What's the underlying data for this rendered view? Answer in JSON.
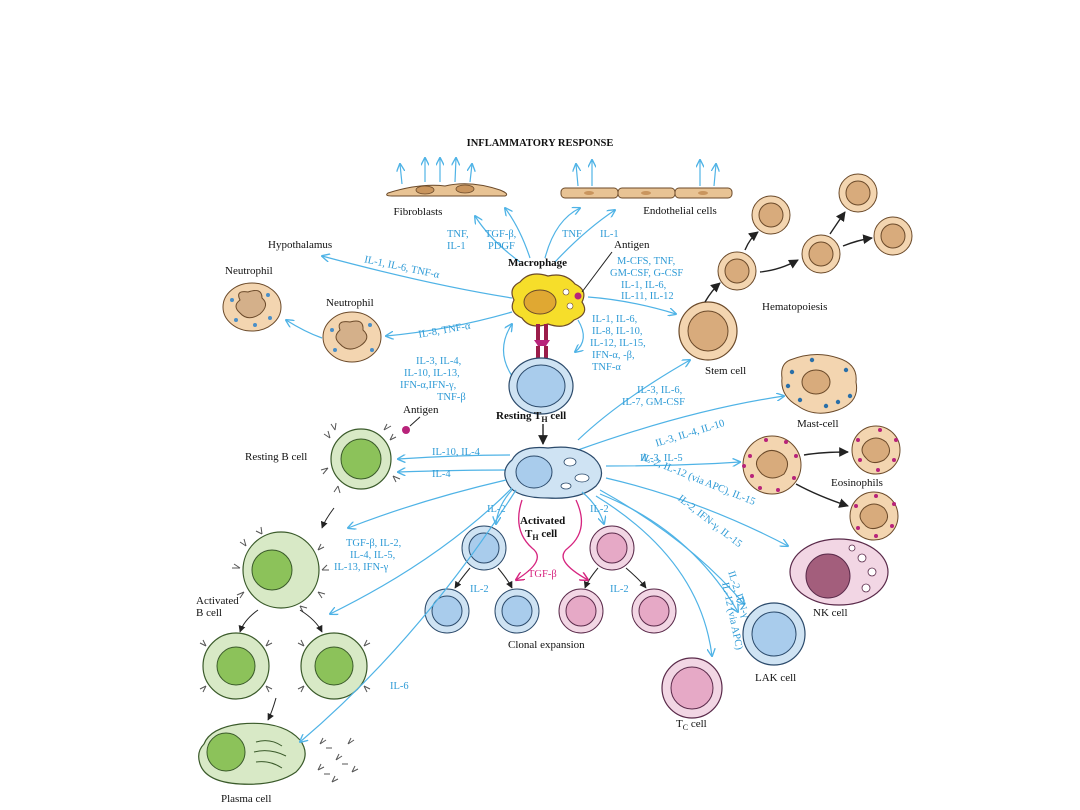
{
  "title": "INFLAMMATORY RESPONSE",
  "cells": {
    "fibroblasts": "Fibroblasts",
    "endothelial": "Endothelial cells",
    "hypothalamus": "Hypothalamus",
    "neutrophil1": "Neutrophil",
    "neutrophil2": "Neutrophil",
    "macrophage": "Macrophage",
    "antigen_top": "Antigen",
    "hematopoiesis": "Hematopoiesis",
    "stem_cell": "Stem cell",
    "antigen_b": "Antigen",
    "resting_th": "Resting T",
    "resting_th_sub": "H",
    "resting_th_tail": " cell",
    "mast_cell": "Mast-cell",
    "resting_b": "Resting B cell",
    "activated_th_1": "Activated",
    "activated_th_2": "T",
    "activated_th_sub": "H",
    "activated_th_tail": " cell",
    "eosinophils": "Eosinophils",
    "activated_b_1": "Activated",
    "activated_b_2": "B cell",
    "nk_cell": "NK cell",
    "clonal": "Clonal expansion",
    "lak_cell": "LAK cell",
    "tc_cell": "T",
    "tc_sub": "C",
    "tc_tail": " cell",
    "plasma_cell": "Plasma cell"
  },
  "cytokines": {
    "tnf_il1_fib": [
      "TNF,",
      "IL-1"
    ],
    "tgfb_pdgf": [
      "TGF-β,",
      "PDGF"
    ],
    "tnf_endo": "TNF",
    "il1_endo": "IL-1",
    "hypothalamus": "IL-1, IL-6, TNF-α",
    "neutrophil": "IL-8, TNF-α",
    "stem": [
      "M-CFS, TNF,",
      "GM-CSF, G-CSF",
      "IL-1, IL-6,",
      "IL-11, IL-12"
    ],
    "th_from_mac": [
      "IL-1, IL-6,",
      "IL-8, IL-10,",
      "IL-12, IL-15,",
      "IFN-α, -β,",
      "TNF-α"
    ],
    "mac_from_th": [
      "IL-3, IL-4,",
      "IL-10, IL-13,",
      "IFN-α,IFN-γ,",
      "TNF-β"
    ],
    "stem_from_th": [
      "IL-3, IL-6,",
      "IL-7, GM-CSF"
    ],
    "mast": "IL-3, IL-4, IL-10",
    "b_cell": "IL-10, IL-4",
    "il4": "IL-4",
    "eos": "IL-3, IL-5",
    "nk": "IL-2, IL-12 (via APC), IL-15",
    "lak": "IL-2, IFN-γ, IL-15",
    "tc1": "IL-12 (via APC)",
    "tc2": "IL-2, IFN-γ",
    "il2_left": "IL-2",
    "il2_right": "IL-2",
    "il2_bl": "IL-2",
    "il2_br": "IL-2",
    "activated_b": [
      "TGF-β, IL-2,",
      "IL-4, IL-5,",
      "IL-13, IFN-γ"
    ],
    "tgfb_center": "TGF-β",
    "il6_plasma": "IL-6"
  },
  "colors": {
    "cytokine_text": "#2f9bd6",
    "arrow": "#4fb3e6",
    "magenta": "#d6247f",
    "macrophage": "#f6de2a",
    "th_cell": "#b9d9f0",
    "b_cell": "#d8e9c6",
    "b_nucleus": "#8cc25a",
    "stem": "#e8c394"
  }
}
